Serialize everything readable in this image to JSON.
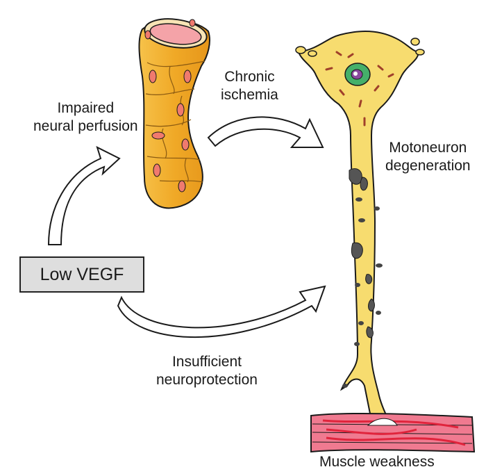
{
  "labels": {
    "impaired_line1": "Impaired",
    "impaired_line2": "neural perfusion",
    "chronic_line1": "Chronic",
    "chronic_line2": "ischemia",
    "moto_line1": "Motoneuron",
    "moto_line2": "degeneration",
    "low_vegf": "Low VEGF",
    "insufficient_line1": "Insufficient",
    "insufficient_line2": "neuroprotection",
    "muscle": "Muscle weakness"
  },
  "colors": {
    "vessel": "#f2b233",
    "vessel_inner": "#f4a3a8",
    "neuron": "#f7dc6f",
    "muscle": "#f07a90",
    "fiber_red": "#e0243c",
    "degeneration": "#555555",
    "box_fill": "#dedede"
  }
}
